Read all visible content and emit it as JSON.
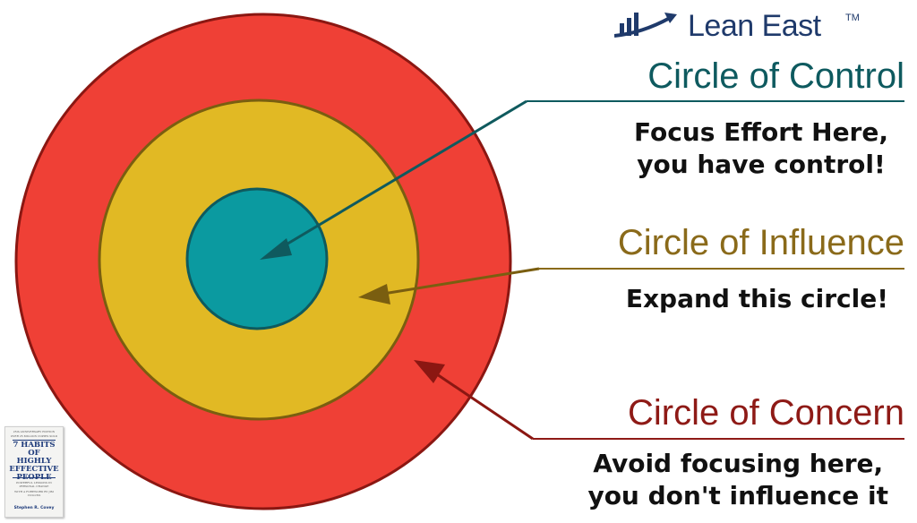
{
  "logo": {
    "text": "Lean East",
    "trademark": "TM",
    "icon": "chart-arrow-icon"
  },
  "circles": [
    {
      "id": "control",
      "title": "Circle of Control",
      "description_lines": [
        "Focus Effort Here,",
        "you have control!"
      ],
      "fill": "#0b9aa0",
      "stroke": "#0f5a5e",
      "text_color": "#0e5a5f"
    },
    {
      "id": "influence",
      "title": "Circle of Influence",
      "description_lines": [
        "Expand this circle!"
      ],
      "fill": "#e1b924",
      "stroke": "#7a5e10",
      "text_color": "#8a6a1a"
    },
    {
      "id": "concern",
      "title": "Circle of Concern",
      "description_lines": [
        "Avoid focusing here,",
        "you don't influence it"
      ],
      "fill": "#ef4036",
      "stroke": "#8b1712",
      "text_color": "#8e1a16"
    }
  ],
  "book_cover": {
    "top_line": "25th ANNIVERSARY EDITION",
    "top_line_2": "OVER 25 MILLION COPIES SOLD",
    "title_lines": [
      "7 HABITS OF",
      "HIGHLY",
      "EFFECTIVE",
      "PEOPLE"
    ],
    "subtitle": "POWERFUL LESSONS IN PERSONAL CHANGE",
    "foreword": "WITH A FOREWORD BY JIM COLLINS",
    "author": "Stephen R. Covey"
  }
}
